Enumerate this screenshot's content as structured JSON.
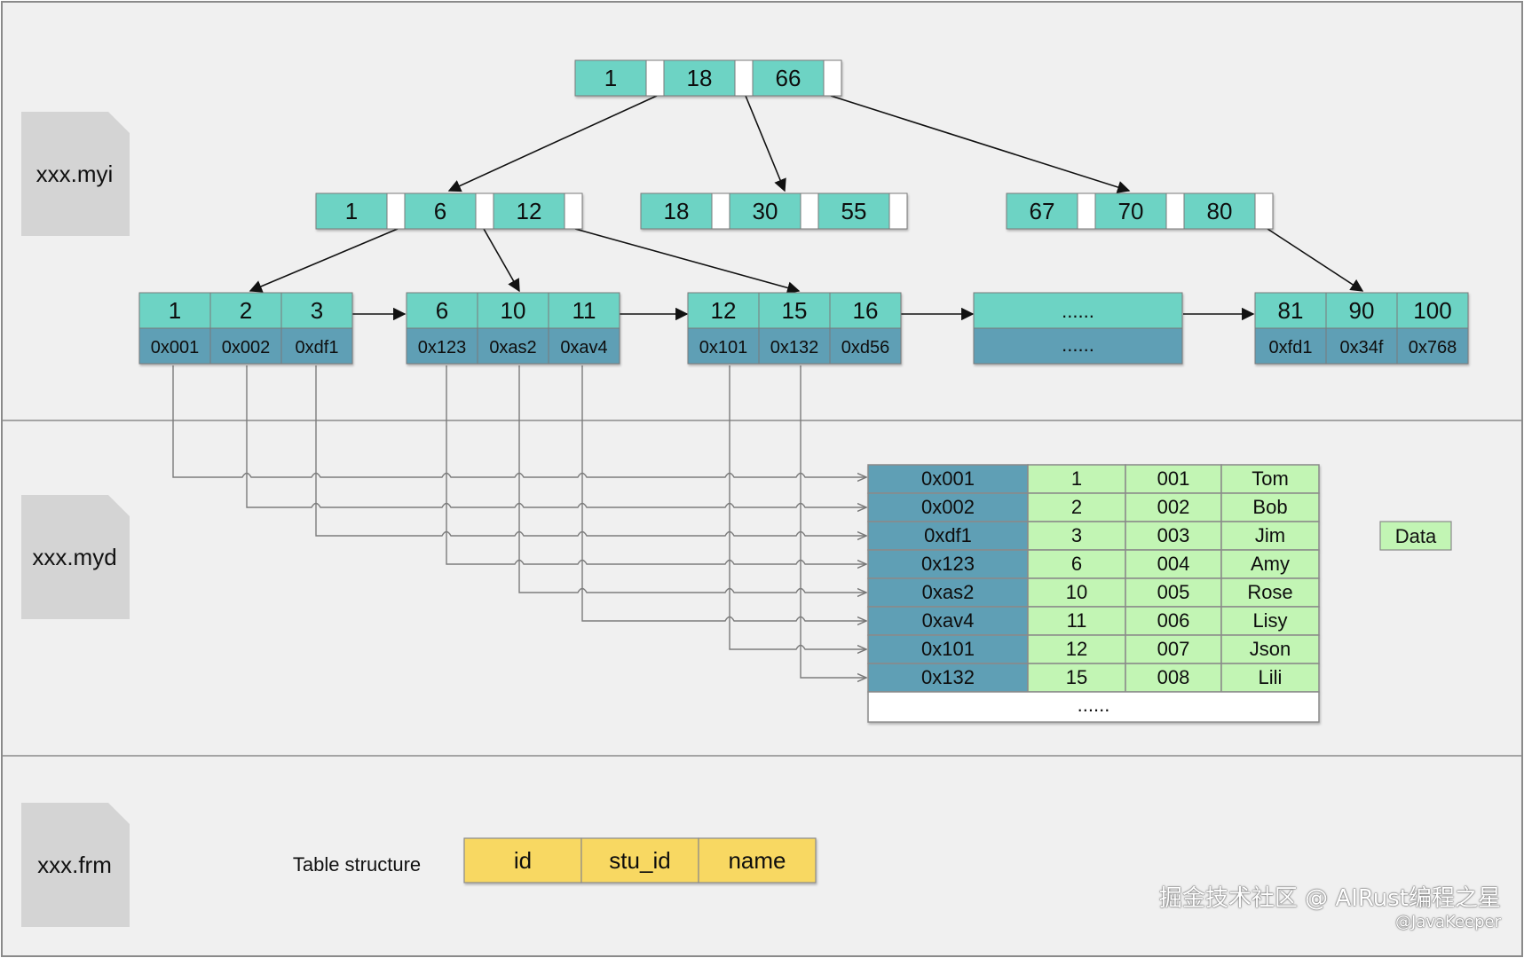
{
  "files": {
    "myi": "xxx.myi",
    "myd": "xxx.myd",
    "frm": "xxx.frm"
  },
  "tree": {
    "root": [
      "1",
      "18",
      "66"
    ],
    "level2": [
      [
        "1",
        "6",
        "12"
      ],
      [
        "18",
        "30",
        "55"
      ],
      [
        "67",
        "70",
        "80"
      ]
    ],
    "leaves": [
      {
        "keys": [
          "1",
          "2",
          "3"
        ],
        "addrs": [
          "0x001",
          "0x002",
          "0xdf1"
        ]
      },
      {
        "keys": [
          "6",
          "10",
          "11"
        ],
        "addrs": [
          "0x123",
          "0xas2",
          "0xav4"
        ]
      },
      {
        "keys": [
          "12",
          "15",
          "16"
        ],
        "addrs": [
          "0x101",
          "0x132",
          "0xd56"
        ]
      },
      {
        "ellipsis_top": "......",
        "ellipsis_bottom": "......"
      },
      {
        "keys": [
          "81",
          "90",
          "100"
        ],
        "addrs": [
          "0xfd1",
          "0x34f",
          "0x768"
        ]
      }
    ]
  },
  "data_table": {
    "rows": [
      [
        "0x001",
        "1",
        "001",
        "Tom"
      ],
      [
        "0x002",
        "2",
        "002",
        "Bob"
      ],
      [
        "0xdf1",
        "3",
        "003",
        "Jim"
      ],
      [
        "0x123",
        "6",
        "004",
        "Amy"
      ],
      [
        "0xas2",
        "10",
        "005",
        "Rose"
      ],
      [
        "0xav4",
        "11",
        "006",
        "Lisy"
      ],
      [
        "0x101",
        "12",
        "007",
        "Json"
      ],
      [
        "0x132",
        "15",
        "008",
        "Lili"
      ]
    ],
    "ellipsis": "......",
    "legend_label": "Data"
  },
  "frm": {
    "label": "Table structure",
    "columns": [
      "id",
      "stu_id",
      "name"
    ]
  },
  "watermark": {
    "line1": "掘金技术社区 @ AIRust编程之星",
    "line2": "@JavaKeeper"
  },
  "colors": {
    "teal": "#6dd3c4",
    "slate": "#5f9fb5",
    "green": "#c2f5b4",
    "yellow": "#f8d862",
    "panel": "#f0f0f0",
    "file": "#d3d3d3"
  }
}
